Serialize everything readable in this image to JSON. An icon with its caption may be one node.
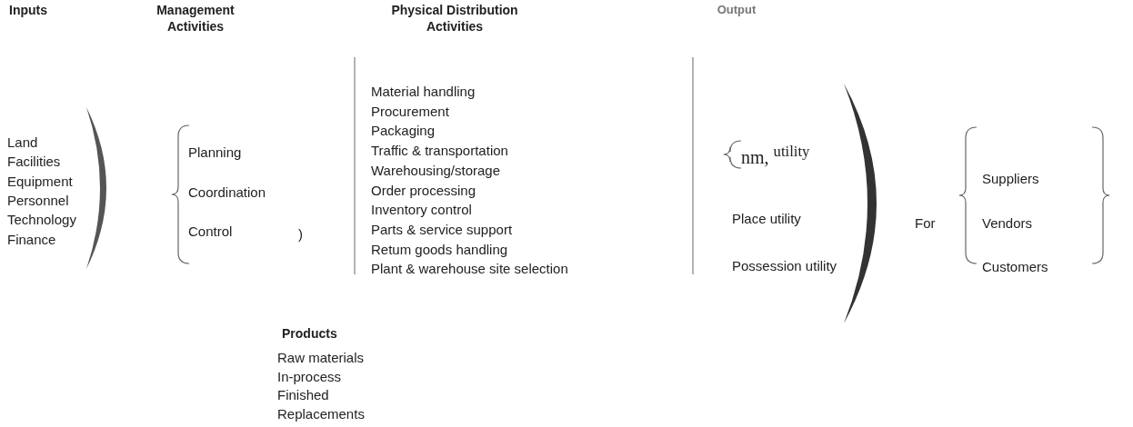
{
  "diagram": {
    "labels": [
      "Inputs",
      "Management Activities",
      "Physical Distribution Activities",
      "Output",
      "Land",
      "Facilities",
      "Equipment",
      "Personnel",
      "Technology",
      "Finance",
      "Planning",
      "Coordination",
      "Control",
      ")",
      "Material handling",
      "Procurement",
      "Packaging",
      "Traffic & transportation",
      "Warehousing/storage",
      "Order processing",
      "Inventory control",
      "Parts & service support",
      "Retum goods handling",
      "Plant & warehouse site selection",
      "nm, $^{utility}$",
      "Place utility",
      "Possession utility",
      "For",
      "Suppliers",
      "Vendors",
      "Customers",
      "Products",
      "Raw materials",
      "In-process",
      "Finished",
      "Replacements"
    ]
  }
}
